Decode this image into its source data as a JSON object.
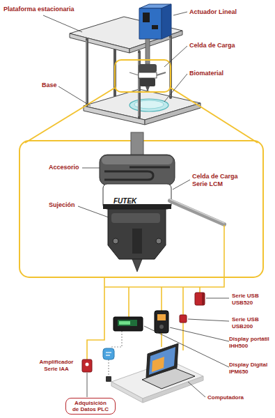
{
  "diagram": {
    "nodes": [
      {
        "text": [
          "Adquisición de Datos PLC"
        ]
      }
    ],
    "labels": [
      "Plataforma estacionaria",
      "Actuador Lineal",
      "Celda de Carga",
      "Biomaterial",
      "Base",
      "Accesorio",
      "Celda de Carga Serie LCM",
      "FUTEK",
      "Sujeción",
      "Serie USB USB520",
      "Serie USB USB200",
      "Display portátil IHH500",
      "Display Digital IPM650",
      "Amplificador Serie IAA",
      "Computadora"
    ]
  }
}
